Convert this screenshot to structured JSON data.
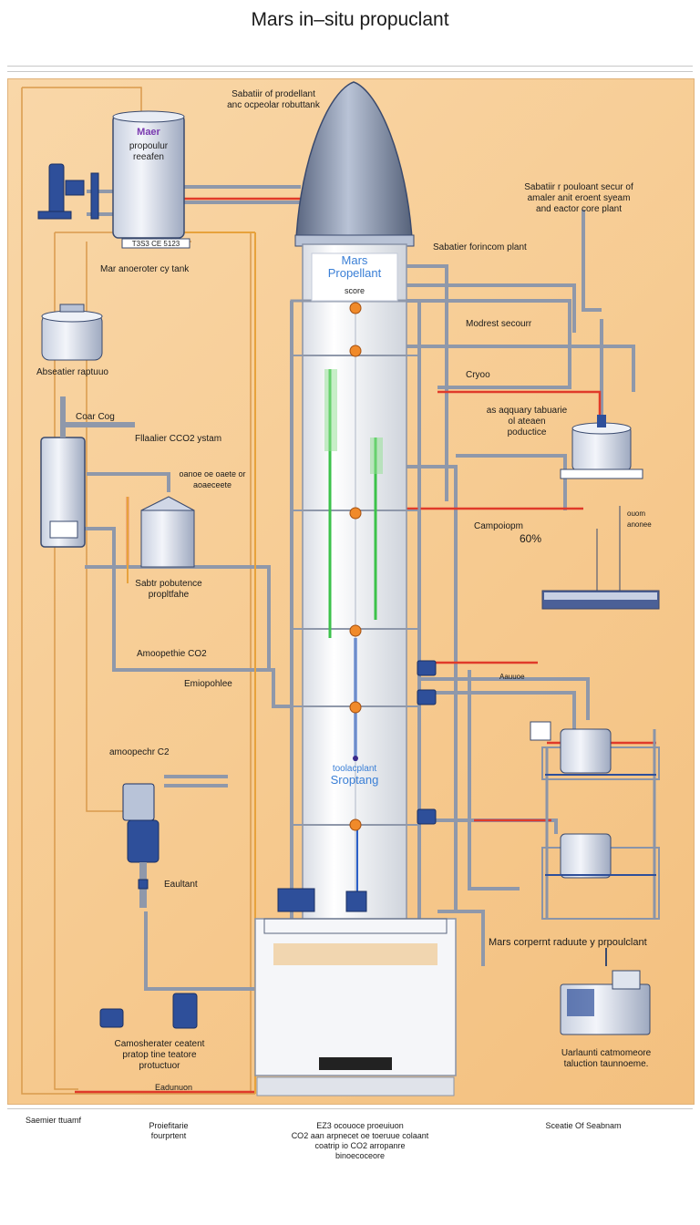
{
  "title": "Mars in–situ propuclant",
  "tower": {
    "label_line1": "Mars",
    "label_line2": "Propellant",
    "label_line3": "score",
    "bottom_line1": "toolacplant",
    "bottom_line2": "Sroptang"
  },
  "left_tank": {
    "line1": "Maer",
    "line2": "propoulur",
    "line3": "reeafen",
    "plate": "T3S3 CE 5123"
  },
  "labels": {
    "top_center": "Sabatiir of prodellant\nanc ocpeolar robuttank",
    "top_right": "Sabatiir r pouloant secur of\namaler anit eroent syeam\nand eactor core plant",
    "sabatier_plant": "Sabatier forincom plant",
    "tank_caption": "Mar anoeroter cy tank",
    "absorber": "Abseatier raptuuo",
    "coar": "Coar Cog",
    "filter_co2": "Fllaalier CCO2 ystam",
    "mixer": "oanoe oe oaete or\naoaeceete",
    "sabtr": "Sabtr pobutence\npropltfahe",
    "modrest": "Modrest secourr",
    "cryoo": "Cryoo",
    "storage": "as aqquary tabuarie\nol ateaen\npoductice",
    "camp": "Campoiopm",
    "pct": "60%",
    "small_right": "ouom\nanonee",
    "atm_co2": "Amoopethie CO2",
    "emop": "Emiopohlee",
    "atm_c2": "amoopechr C2",
    "equip": "Eaultant",
    "valve": "Aauuoe",
    "mars_comp": "Mars corpernt raduute y prpoulclant",
    "camos": "Camosherater ceatent\npratop tine teatore\nprotuctuor",
    "eadu": "Eadunuon",
    "unl": "Uarlaunti catmomeore\ntaluction taunnoeme."
  },
  "footer": {
    "left": "Saemier ttuamf",
    "c1": "Proiefitarie\nfourprtent",
    "c2": "EZ3 ocouoce proeuiuon\nCO2 aan arpnecet oe toeruue colaant\ncoatrip io CO2 arropanre\nbinoecoceore",
    "right": "Sceatie Of Seabnam"
  },
  "colors": {
    "panel": "#f6c98e",
    "steel": "#8a94a8",
    "tower": "#f4f4f6",
    "red_pipe": "#e03a2a",
    "green_line": "#3cc24a",
    "blue_line": "#2a5fc8",
    "tank_blue": "#2e4f9a",
    "label_blue": "#3a7fd6",
    "label_purple": "#7a3ab0"
  }
}
